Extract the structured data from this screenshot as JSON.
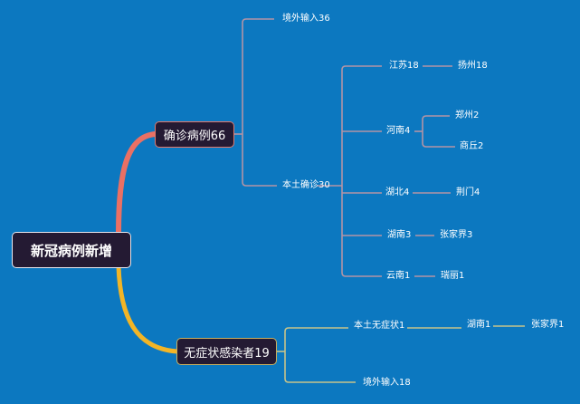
{
  "colors": {
    "background": "#0c78c0",
    "node_fill": "#241a33",
    "branch_confirmed": "#ea7064",
    "branch_asymptomatic": "#f2b526",
    "confirmed_lines": "#b394a6",
    "asymptomatic_lines": "#c7c48a"
  },
  "root": {
    "label": "新冠病例新增"
  },
  "branches": {
    "confirmed": {
      "label": "确诊病例66",
      "children": {
        "imported": {
          "label": "境外输入36"
        },
        "local": {
          "label": "本土确诊30",
          "provinces": [
            {
              "label": "江苏18",
              "cities": [
                {
                  "label": "扬州18"
                }
              ]
            },
            {
              "label": "河南4",
              "cities": [
                {
                  "label": "郑州2"
                },
                {
                  "label": "商丘2"
                }
              ]
            },
            {
              "label": "湖北4",
              "cities": [
                {
                  "label": "荆门4"
                }
              ]
            },
            {
              "label": "湖南3",
              "cities": [
                {
                  "label": "张家界3"
                }
              ]
            },
            {
              "label": "云南1",
              "cities": [
                {
                  "label": "瑞丽1"
                }
              ]
            }
          ]
        }
      }
    },
    "asymptomatic": {
      "label": "无症状感染者19",
      "children": {
        "local": {
          "label": "本土无症状1",
          "provinces": [
            {
              "label": "湖南1",
              "cities": [
                {
                  "label": "张家界1"
                }
              ]
            }
          ]
        },
        "imported": {
          "label": "境外输入18"
        }
      }
    }
  }
}
